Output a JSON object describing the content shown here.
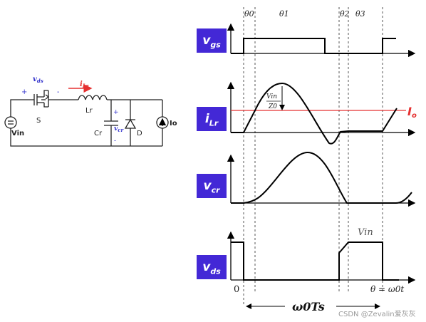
{
  "circuit": {
    "vds_label": "v",
    "vds_sub": "ds",
    "ilr_label": "i",
    "ilr_sub": "Lr",
    "plus_sign": "+",
    "minus_sign": "-",
    "switch_label": "S",
    "inductor_label": "Lr",
    "cap_label": "Cr",
    "vcr_label": "v",
    "vcr_sub": "cr",
    "diode_label": "D",
    "source_label": "Vin",
    "current_source_label": "Io"
  },
  "phases": {
    "theta0": "θ0",
    "theta1": "θ1",
    "theta2": "θ2",
    "theta3": "θ3"
  },
  "badges": {
    "vgs": {
      "main": "v",
      "sub": "gs"
    },
    "ilr": {
      "main": "i",
      "sub": "Lr"
    },
    "vcr": {
      "main": "v",
      "sub": "cr"
    },
    "vds": {
      "main": "v",
      "sub": "ds"
    }
  },
  "annotations": {
    "io_label": "I",
    "io_sub": "o",
    "vin_over_z0_num": "Vin",
    "vin_over_z0_den": "Z0",
    "vin_label": "Vin",
    "zero": "0",
    "theta_axis": "θ = ω0t",
    "period": "ω0Ts"
  },
  "colors": {
    "badge": "#4328d6",
    "io_line": "#e53030",
    "circuit_accent": "#3333cc",
    "ilr_arrow": "#e53030"
  },
  "watermark": "CSDN @Zevalin爱灰灰"
}
